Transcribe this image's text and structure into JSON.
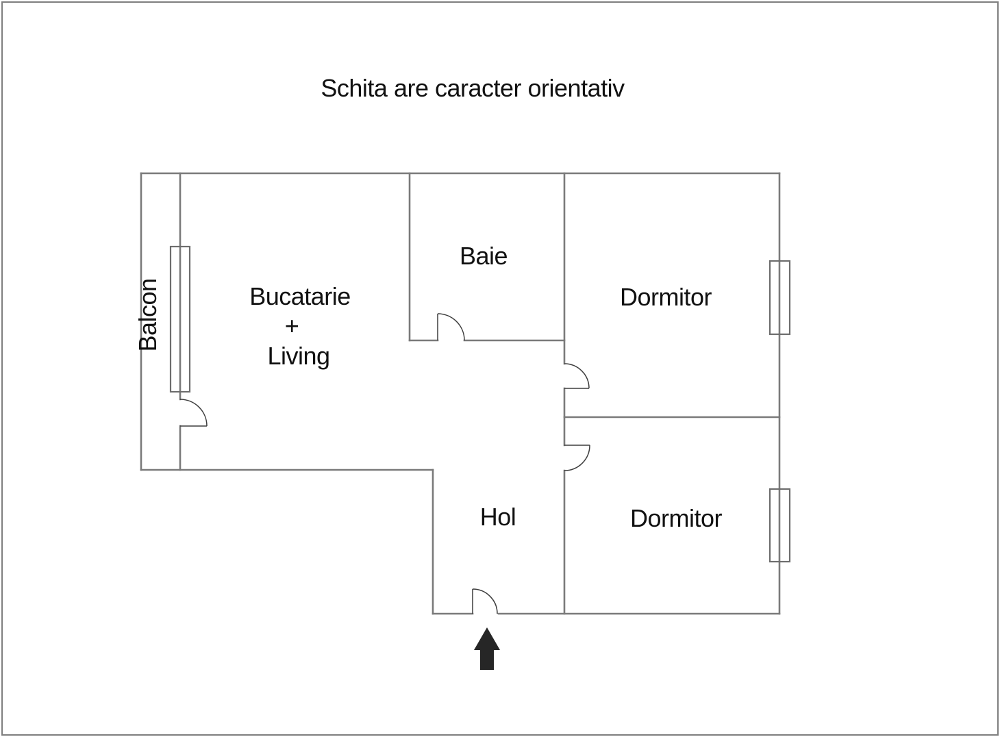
{
  "title": "Schita are caracter orientativ",
  "floor_plan": {
    "rooms": {
      "balcon": {
        "label": "Balcon"
      },
      "bucatarie_living": {
        "line1": "Bucatarie",
        "line2": "+",
        "line3": "Living"
      },
      "baie": {
        "label": "Baie"
      },
      "dormitor_top": {
        "label": "Dormitor"
      },
      "hol": {
        "label": "Hol"
      },
      "dormitor_bottom": {
        "label": "Dormitor"
      }
    },
    "symbols": {
      "windows_count": 3,
      "doors_count": 5,
      "entrance_marker": "arrow-up"
    }
  },
  "colors": {
    "wall_color": "#7a7a7a",
    "door_color": "#3d3d3d",
    "text_color": "#111111",
    "arrow_color": "#262626",
    "border_color": "#7f7f7f",
    "bg_color": "#ffffff"
  }
}
